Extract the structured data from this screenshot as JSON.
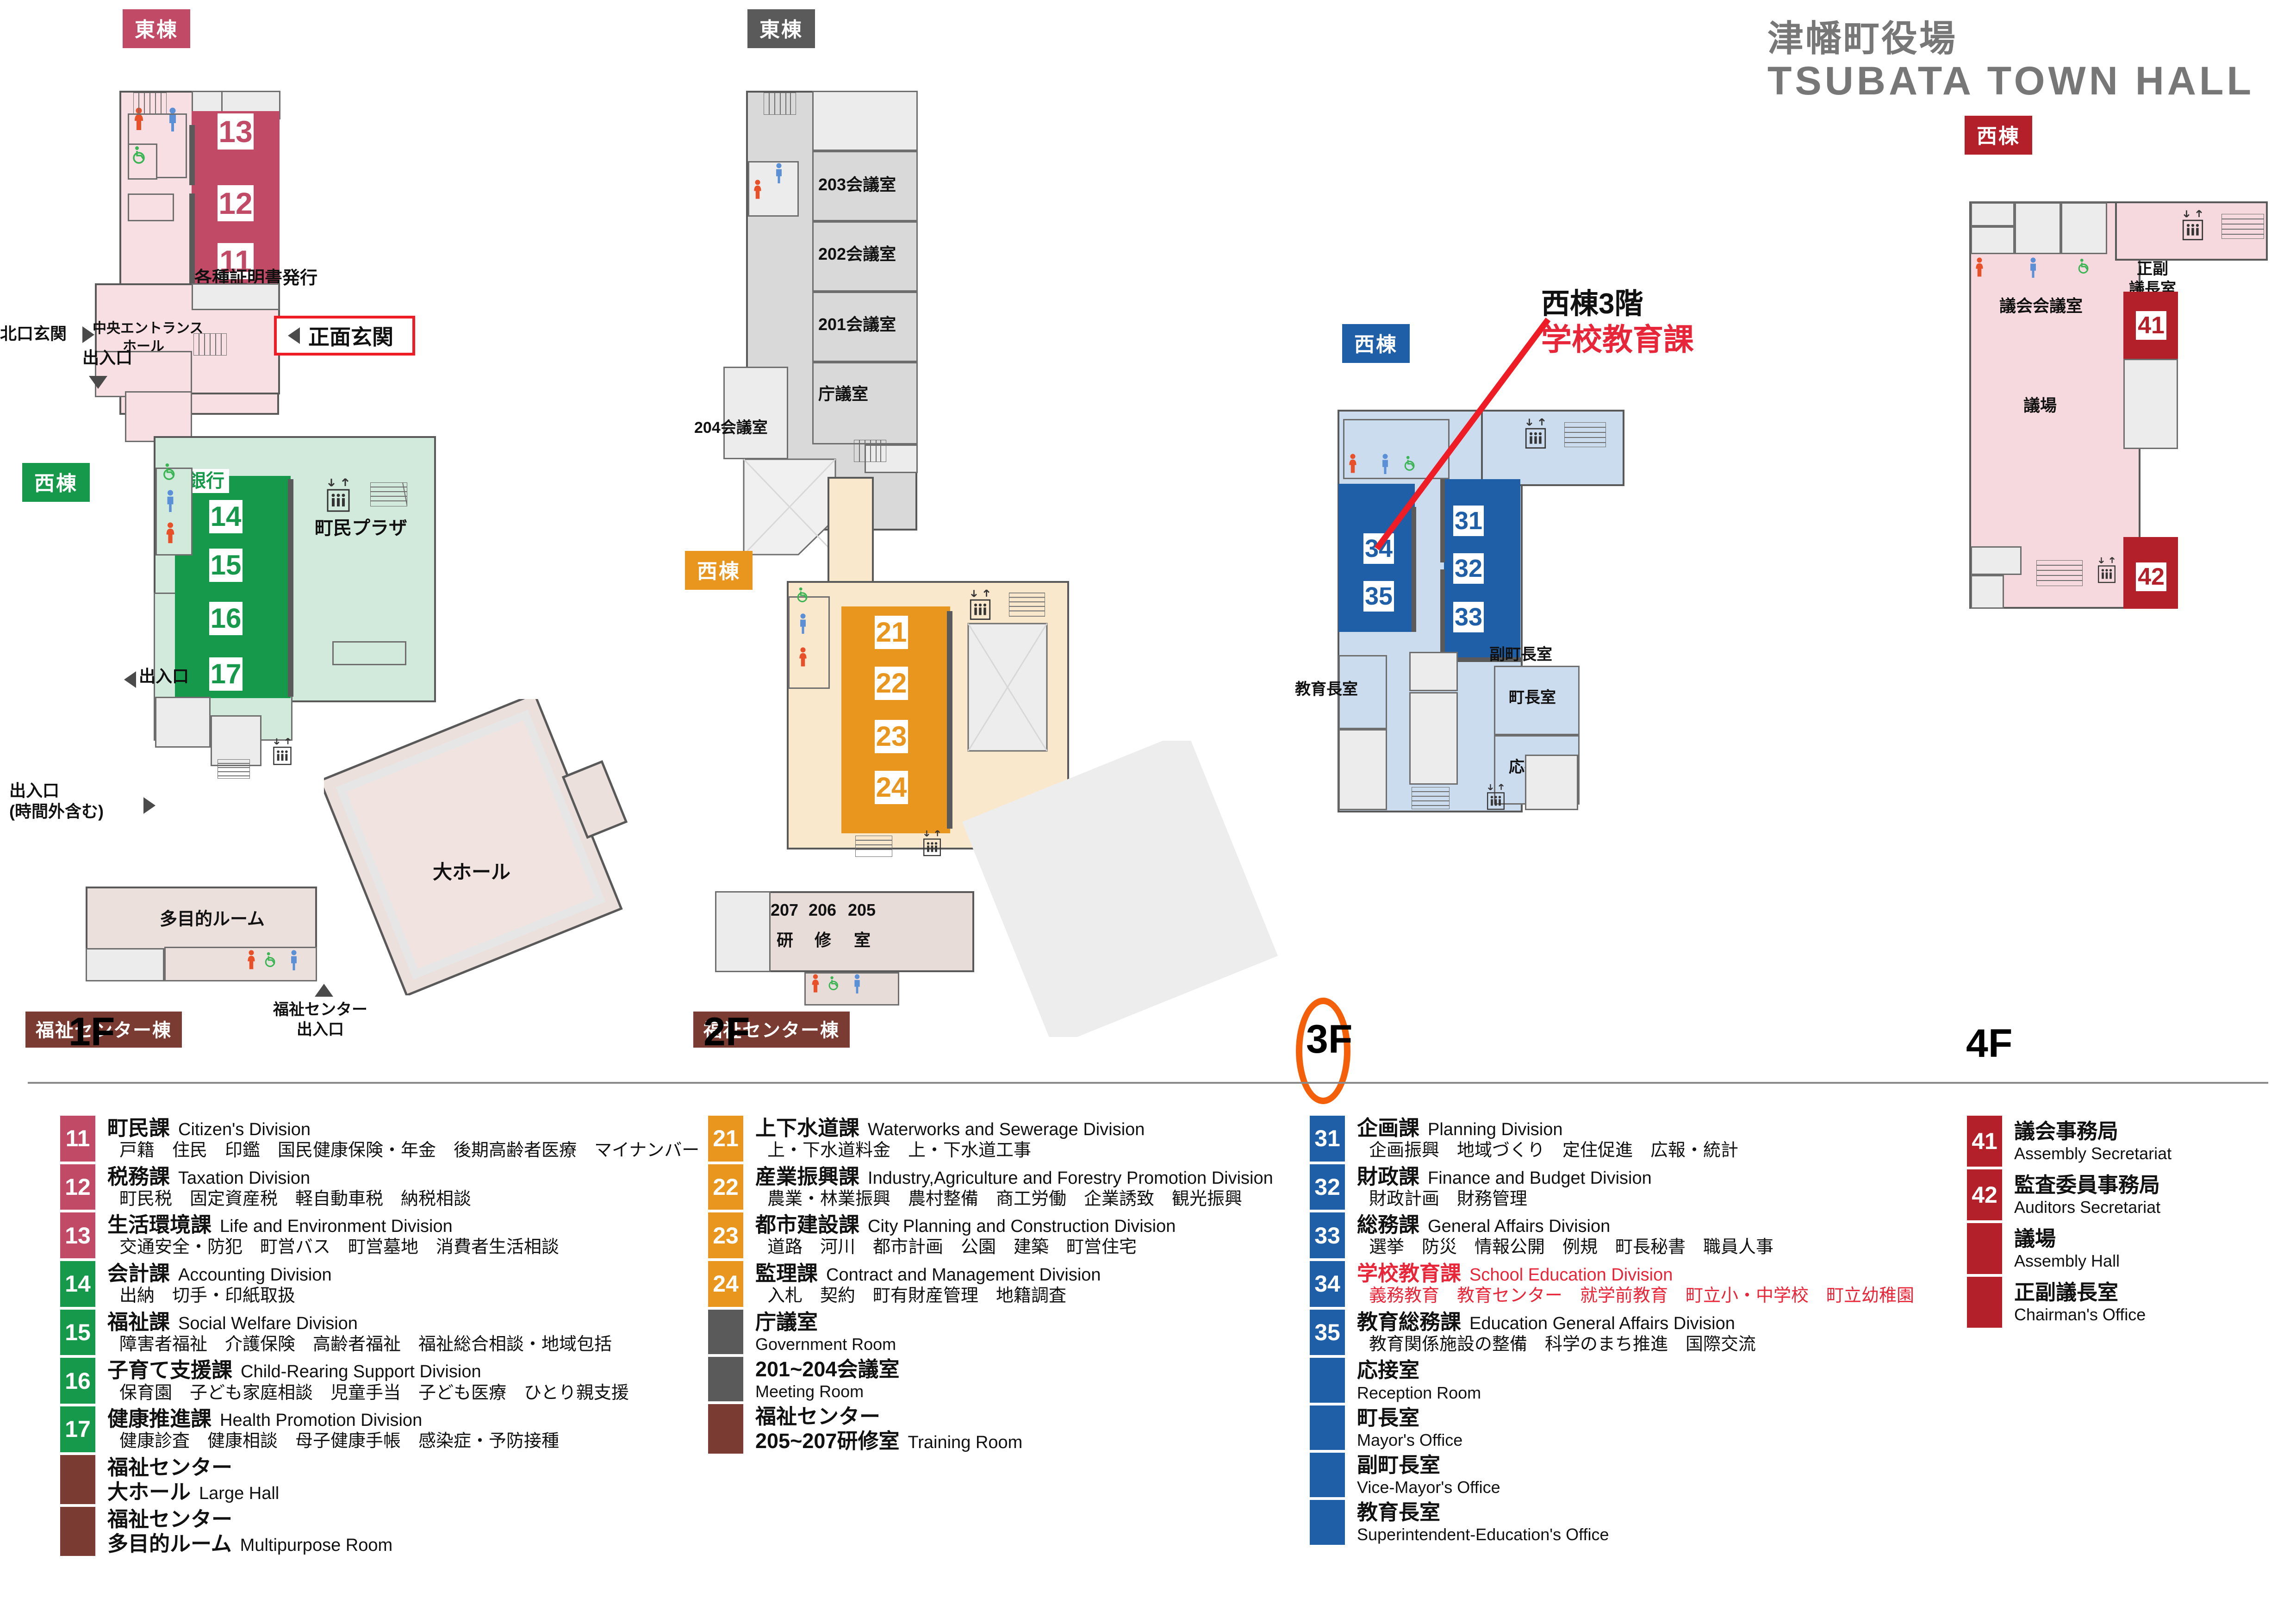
{
  "header": {
    "title_ja": "津幡町役場",
    "title_en": "TSUBATA TOWN HALL"
  },
  "callout": {
    "line1": "西棟3階",
    "line2": "学校教育課"
  },
  "wings": {
    "east": "東棟",
    "west": "西棟",
    "welfare_center_building": "福祉センター棟"
  },
  "floor_captions": {
    "f1": "1F",
    "f2": "2F",
    "f3": "3F",
    "f4": "4F",
    "highlight": "3F",
    "highlight_color": "#f4600a"
  },
  "floor1": {
    "rooms": [
      {
        "num": "11"
      },
      {
        "num": "12"
      },
      {
        "num": "13"
      },
      {
        "num": "14"
      },
      {
        "num": "15"
      },
      {
        "num": "16"
      },
      {
        "num": "17"
      }
    ],
    "labels": {
      "certificates": "各種証明書発行",
      "entrance_hall": "中央エントランス\nホール",
      "bank": "銀行",
      "citizen_plaza": "町民プラザ",
      "large_hall": "大ホール",
      "multipurpose_room": "多目的ルーム",
      "north_entrance": "北口玄関",
      "front_entrance": "正面玄関",
      "exit_1": "出入口",
      "exit_2": "出入口",
      "exit_3": "出入口\n(時間外含む)",
      "welfare_center_exit": "福祉センター\n出入口"
    }
  },
  "floor2": {
    "rooms": [
      {
        "num": "21"
      },
      {
        "num": "22"
      },
      {
        "num": "23"
      },
      {
        "num": "24"
      }
    ],
    "labels": {
      "mr203": "203会議室",
      "mr202": "202会議室",
      "mr201": "201会議室",
      "gov_room": "庁議室",
      "mr204": "204会議室",
      "tr207": "207",
      "tr206": "206",
      "tr205": "205",
      "tr_k1": "研",
      "tr_k2": "修",
      "tr_k3": "室"
    }
  },
  "floor3": {
    "rooms": [
      {
        "num": "31"
      },
      {
        "num": "32"
      },
      {
        "num": "33"
      },
      {
        "num": "34"
      },
      {
        "num": "35"
      }
    ],
    "highlight_room": "34",
    "labels": {
      "vice_mayor": "副町長室",
      "mayor": "町長室",
      "reception": "応接室",
      "superintendent": "教育長室"
    }
  },
  "floor4": {
    "rooms": [
      {
        "num": "41"
      },
      {
        "num": "42"
      }
    ],
    "labels": {
      "assembly_meeting_room": "議会会議室",
      "assembly_hall": "議場",
      "chairman_office": "正副\n議長室"
    }
  },
  "legend": {
    "f1": [
      {
        "num": "11",
        "color": "#c14a66",
        "ja": "町民課",
        "en": "Citizen's Division",
        "sub": "戸籍　住民　印鑑　国民健康保険・年金　後期高齢者医療　マイナンバー"
      },
      {
        "num": "12",
        "color": "#c14a66",
        "ja": "税務課",
        "en": "Taxation Division",
        "sub": "町民税　固定資産税　軽自動車税　納税相談"
      },
      {
        "num": "13",
        "color": "#c14a66",
        "ja": "生活環境課",
        "en": "Life and Environment Division",
        "sub": "交通安全・防犯　町営バス　町営墓地　消費者生活相談"
      },
      {
        "num": "14",
        "color": "#17994c",
        "ja": "会計課",
        "en": "Accounting Division",
        "sub": "出納　切手・印紙取扱"
      },
      {
        "num": "15",
        "color": "#17994c",
        "ja": "福祉課",
        "en": "Social Welfare Division",
        "sub": "障害者福祉　介護保険　高齢者福祉　福祉総合相談・地域包括"
      },
      {
        "num": "16",
        "color": "#17994c",
        "ja": "子育て支援課",
        "en": "Child-Rearing Support Division",
        "sub": "保育園　子ども家庭相談　児童手当　子ども医療　ひとり親支援"
      },
      {
        "num": "17",
        "color": "#17994c",
        "ja": "健康推進課",
        "en": "Health Promotion Division",
        "sub": "健康診査　健康相談　母子健康手帳　感染症・予防接種"
      },
      {
        "num": "",
        "color": "#7a3b32",
        "ja": "福祉センター",
        "en": "",
        "ja2": "大ホール",
        "en2": "Large Hall",
        "sub": ""
      },
      {
        "num": "",
        "color": "#7a3b32",
        "ja": "福祉センター",
        "en": "",
        "ja2": "多目的ルーム",
        "en2": "Multipurpose Room",
        "sub": ""
      }
    ],
    "f2": [
      {
        "num": "21",
        "color": "#e9961e",
        "ja": "上下水道課",
        "en": "Waterworks and Sewerage Division",
        "sub": "上・下水道料金　上・下水道工事"
      },
      {
        "num": "22",
        "color": "#e9961e",
        "ja": "産業振興課",
        "en": "Industry,Agriculture and Forestry Promotion Division",
        "sub": "農業・林業振興　農村整備　商工労働　企業誘致　観光振興"
      },
      {
        "num": "23",
        "color": "#e9961e",
        "ja": "都市建設課",
        "en": "City Planning and Construction Division",
        "sub": "道路　河川　都市計画　公園　建築　町営住宅"
      },
      {
        "num": "24",
        "color": "#e9961e",
        "ja": "監理課",
        "en": "Contract and Management Division",
        "sub": "入札　契約　町有財産管理　地籍調査"
      },
      {
        "num": "",
        "color": "#5a5a5a",
        "ja": "庁議室",
        "en": "",
        "ja2": "Government Room",
        "sub": ""
      },
      {
        "num": "",
        "color": "#5a5a5a",
        "ja": "201~204会議室",
        "en": "",
        "ja2": "Meeting Room",
        "sub": ""
      },
      {
        "num": "",
        "color": "#7a3b32",
        "ja": "福祉センター",
        "en": "",
        "ja2": "205~207研修室",
        "en2": "Training Room",
        "sub": ""
      }
    ],
    "f3": [
      {
        "num": "31",
        "color": "#1f5fa8",
        "ja": "企画課",
        "en": "Planning Division",
        "sub": "企画振興　地域づくり　定住促進　広報・統計"
      },
      {
        "num": "32",
        "color": "#1f5fa8",
        "ja": "財政課",
        "en": "Finance and Budget Division",
        "sub": "財政計画　財務管理"
      },
      {
        "num": "33",
        "color": "#1f5fa8",
        "ja": "総務課",
        "en": "General Affairs Division",
        "sub": "選挙　防災　情報公開　例規　町長秘書　職員人事"
      },
      {
        "num": "34",
        "color": "#1f5fa8",
        "ja": "学校教育課",
        "en": "School Education Division",
        "sub": "義務教育　教育センター　就学前教育　町立小・中学校　町立幼稚園",
        "highlight": true
      },
      {
        "num": "35",
        "color": "#1f5fa8",
        "ja": "教育総務課",
        "en": "Education General Affairs Division",
        "sub": "教育関係施設の整備　科学のまち推進　国際交流"
      },
      {
        "num": "",
        "color": "#1f5fa8",
        "ja": "応接室",
        "en": "",
        "ja2": "Reception Room",
        "sub": ""
      },
      {
        "num": "",
        "color": "#1f5fa8",
        "ja": "町長室",
        "en": "",
        "ja2": "Mayor's Office",
        "sub": ""
      },
      {
        "num": "",
        "color": "#1f5fa8",
        "ja": "副町長室",
        "en": "",
        "ja2": "Vice-Mayor's Office",
        "sub": ""
      },
      {
        "num": "",
        "color": "#1f5fa8",
        "ja": "教育長室",
        "en": "",
        "ja2": "Superintendent-Education's Office",
        "sub": ""
      }
    ],
    "f4": [
      {
        "num": "41",
        "color": "#b4202a",
        "ja": "議会事務局",
        "en": "",
        "ja2": "Assembly Secretariat",
        "sub": ""
      },
      {
        "num": "42",
        "color": "#b4202a",
        "ja": "監査委員事務局",
        "en": "",
        "ja2": "Auditors Secretariat",
        "sub": ""
      },
      {
        "num": "",
        "color": "#b4202a",
        "ja": "議場",
        "en": "",
        "ja2": "Assembly Hall",
        "sub": ""
      },
      {
        "num": "",
        "color": "#b4202a",
        "ja": "正副議長室",
        "en": "",
        "ja2": "Chairman's Office",
        "sub": ""
      }
    ]
  },
  "icons": {
    "female": "female-restroom-icon",
    "male": "male-restroom-icon",
    "wheelchair": "wheelchair-accessible-icon",
    "elevator": "elevator-icon",
    "stairs": "stairs-icon"
  }
}
